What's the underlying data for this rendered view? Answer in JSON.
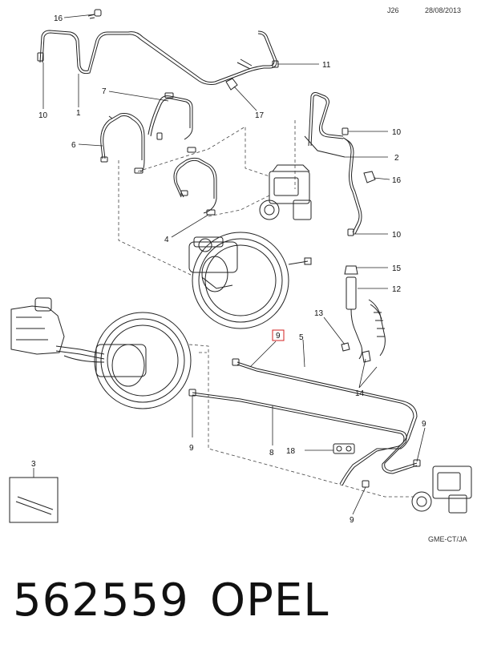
{
  "header": {
    "code": "J26",
    "date": "28/08/2013"
  },
  "footer": {
    "code": "GME-CT/JA"
  },
  "callouts": [
    {
      "id": "c16a",
      "text": "16"
    },
    {
      "id": "c10a",
      "text": "10"
    },
    {
      "id": "c1",
      "text": "1"
    },
    {
      "id": "c11",
      "text": "11"
    },
    {
      "id": "c17",
      "text": "17"
    },
    {
      "id": "c7",
      "text": "7"
    },
    {
      "id": "c6",
      "text": "6"
    },
    {
      "id": "c4",
      "text": "4"
    },
    {
      "id": "c10b",
      "text": "10"
    },
    {
      "id": "c2",
      "text": "2"
    },
    {
      "id": "c16b",
      "text": "16"
    },
    {
      "id": "c10c",
      "text": "10"
    },
    {
      "id": "c15",
      "text": "15"
    },
    {
      "id": "c12",
      "text": "12"
    },
    {
      "id": "c13",
      "text": "13"
    },
    {
      "id": "c14",
      "text": "14"
    },
    {
      "id": "c9a",
      "text": "9"
    },
    {
      "id": "c5",
      "text": "5"
    },
    {
      "id": "c9b",
      "text": "9"
    },
    {
      "id": "c8",
      "text": "8"
    },
    {
      "id": "c18",
      "text": "18"
    },
    {
      "id": "c9c",
      "text": "9"
    },
    {
      "id": "c9d",
      "text": "9"
    },
    {
      "id": "c3",
      "text": "3"
    }
  ],
  "part_number": "562559",
  "brand": "OPEL"
}
